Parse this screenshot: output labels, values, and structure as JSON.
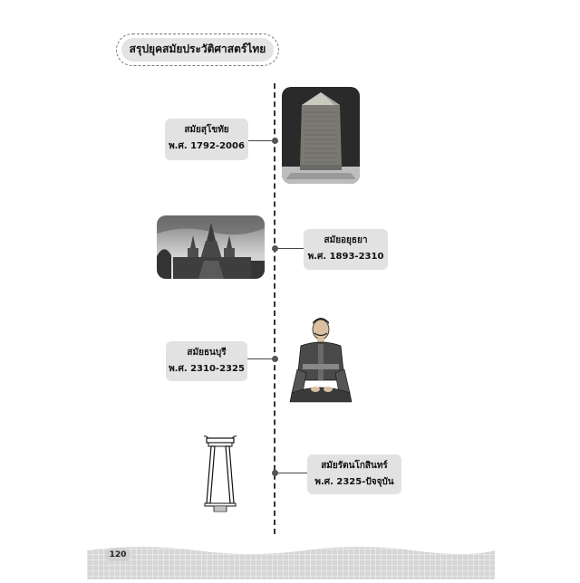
{
  "title": "สรุปยุคสมัยประวัติศาสตร์ไทย",
  "eras": [
    {
      "name": "สมัยสุโขทัย",
      "period": "พ.ศ. 1792-2006"
    },
    {
      "name": "สมัยอยุธยา",
      "period": "พ.ศ. 1893-2310"
    },
    {
      "name": "สมัยธนบุรี",
      "period": "พ.ศ. 2310-2325"
    },
    {
      "name": "สมัยรัตนโกสินทร์",
      "period": "พ.ศ. 2325-ปัจจุบัน"
    }
  ],
  "page_number": "120",
  "images": {
    "stone_inscription": "stone-inscription-photo",
    "ayutthaya_temple": "ayutthaya-temple-photo",
    "king_taksin": "king-taksin-illustration",
    "giant_swing": "giant-swing-illustration"
  }
}
